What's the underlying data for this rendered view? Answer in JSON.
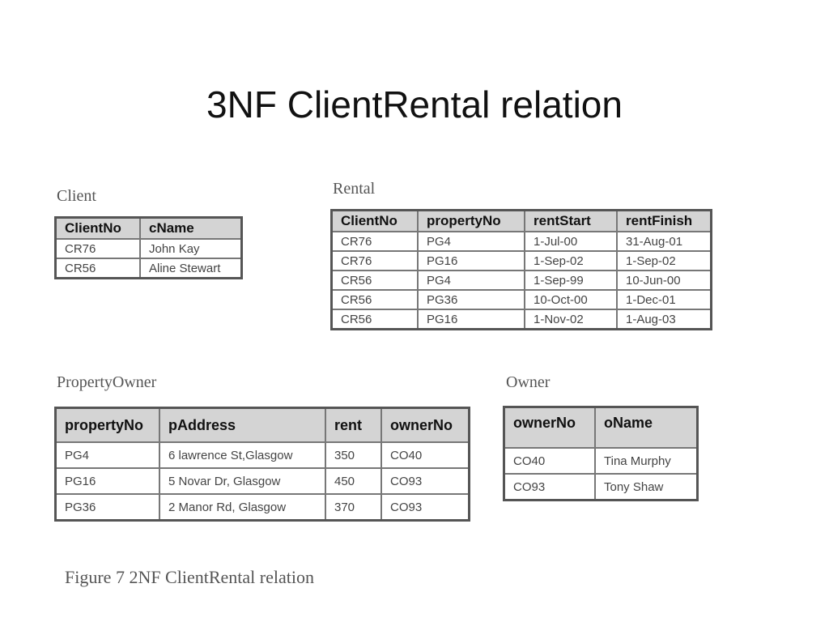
{
  "title": "3NF ClientRental relation",
  "figure_caption": "Figure 7  2NF ClientRental relation",
  "client": {
    "caption": "Client",
    "headers": [
      "ClientNo",
      "cName"
    ],
    "rows": [
      [
        "CR76",
        "John  Kay"
      ],
      [
        "CR56",
        "Aline  Stewart"
      ]
    ]
  },
  "rental": {
    "caption": "Rental",
    "headers": [
      "ClientNo",
      "propertyNo",
      "rentStart",
      "rentFinish"
    ],
    "rows": [
      [
        "CR76",
        "PG4",
        "1-Jul-00",
        "31-Aug-01"
      ],
      [
        "CR76",
        "PG16",
        "1-Sep-02",
        "1-Sep-02"
      ],
      [
        "CR56",
        "PG4",
        "1-Sep-99",
        "10-Jun-00"
      ],
      [
        "CR56",
        "PG36",
        "10-Oct-00",
        "1-Dec-01"
      ],
      [
        "CR56",
        "PG16",
        "1-Nov-02",
        "1-Aug-03"
      ]
    ]
  },
  "property_owner": {
    "caption": "PropertyOwner",
    "headers": [
      "propertyNo",
      "pAddress",
      "rent",
      "ownerNo"
    ],
    "rows": [
      [
        "PG4",
        "6 lawrence St,Glasgow",
        "350",
        "CO40"
      ],
      [
        "PG16",
        "5 Novar Dr, Glasgow",
        "450",
        "CO93"
      ],
      [
        "PG36",
        "2 Manor Rd, Glasgow",
        "370",
        "CO93"
      ]
    ]
  },
  "owner": {
    "caption": "Owner",
    "headers": [
      "ownerNo",
      "oName"
    ],
    "rows": [
      [
        "CO40",
        "Tina Murphy"
      ],
      [
        "CO93",
        "Tony Shaw"
      ]
    ]
  }
}
